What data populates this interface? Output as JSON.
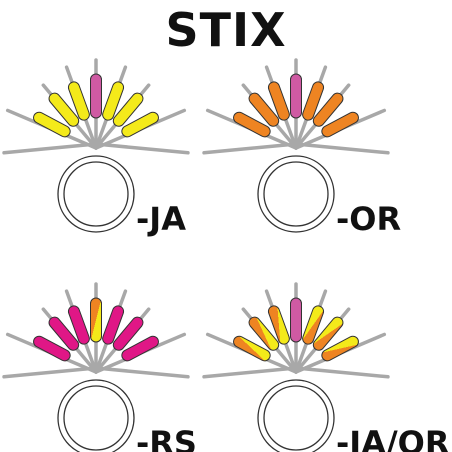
{
  "title": "STIX",
  "colors": {
    "yellow": "#f4ea1a",
    "orange": "#ee8422",
    "magenta": "#e01786",
    "pink": "#cf5aa3",
    "wire": "#a8a8a8",
    "outline": "#333333"
  },
  "variants": [
    {
      "suffix": "-JA",
      "center": "pink",
      "sides": [
        "yellow",
        "yellow"
      ]
    },
    {
      "suffix": "-OR",
      "center": "pink",
      "sides": [
        "orange",
        "orange"
      ]
    },
    {
      "suffix": "-RS",
      "center": "orange-yellow",
      "sides": [
        "magenta",
        "magenta"
      ]
    },
    {
      "suffix": "-JA/OR",
      "center": "pink",
      "sides": [
        "orange-yellow",
        "yellow-orange"
      ]
    }
  ]
}
